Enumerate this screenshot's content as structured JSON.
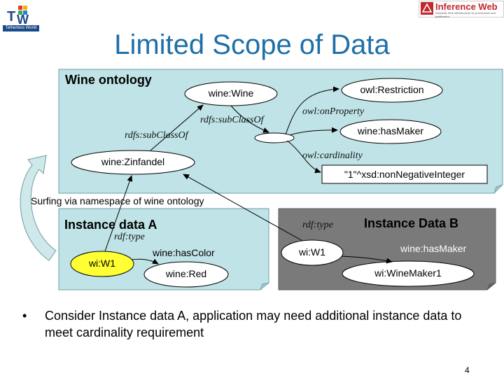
{
  "title": "Limited Scope of Data",
  "logos": {
    "tw_label": "Tetherless World",
    "iw_name": "Inference Web",
    "iw_tagline": "Semantic Web infrastructure for provenance and justification"
  },
  "ontology_panel": {
    "heading": "Wine ontology",
    "nodes": {
      "wine": "wine:Wine",
      "zinfandel": "wine:Zinfandel",
      "restriction": "owl:Restriction",
      "has_maker": "wine:hasMaker",
      "cardinality_value": "\"1\"^xsd:nonNegativeInteger"
    },
    "edges": {
      "subclass_top": "rdfs:subClassOf",
      "subclass_left": "rdfs:subClassOf",
      "on_property": "owl:onProperty",
      "cardinality": "owl:cardinality"
    }
  },
  "surfing_note": "Surfing via namespace of wine ontology",
  "instance_a": {
    "heading": "Instance data A",
    "rdf_type": "rdf:type",
    "w1": "wi:W1",
    "has_color": "wine:hasColor",
    "red": "wine:Red"
  },
  "instance_b": {
    "heading": "Instance Data B",
    "rdf_type": "rdf:type",
    "w1": "wi:W1",
    "has_maker": "wine:hasMaker",
    "winemaker": "wi:WineMaker1"
  },
  "bullet": {
    "marker": "•",
    "text": "Consider Instance data A, application may need additional instance data to meet cardinality requirement"
  },
  "page_number": "4",
  "colors": {
    "title": "#1f6fa8",
    "panel_fill": "#bfe3e6",
    "panel_dark": "#7a7a7a",
    "highlight_node": "#ffff33"
  }
}
